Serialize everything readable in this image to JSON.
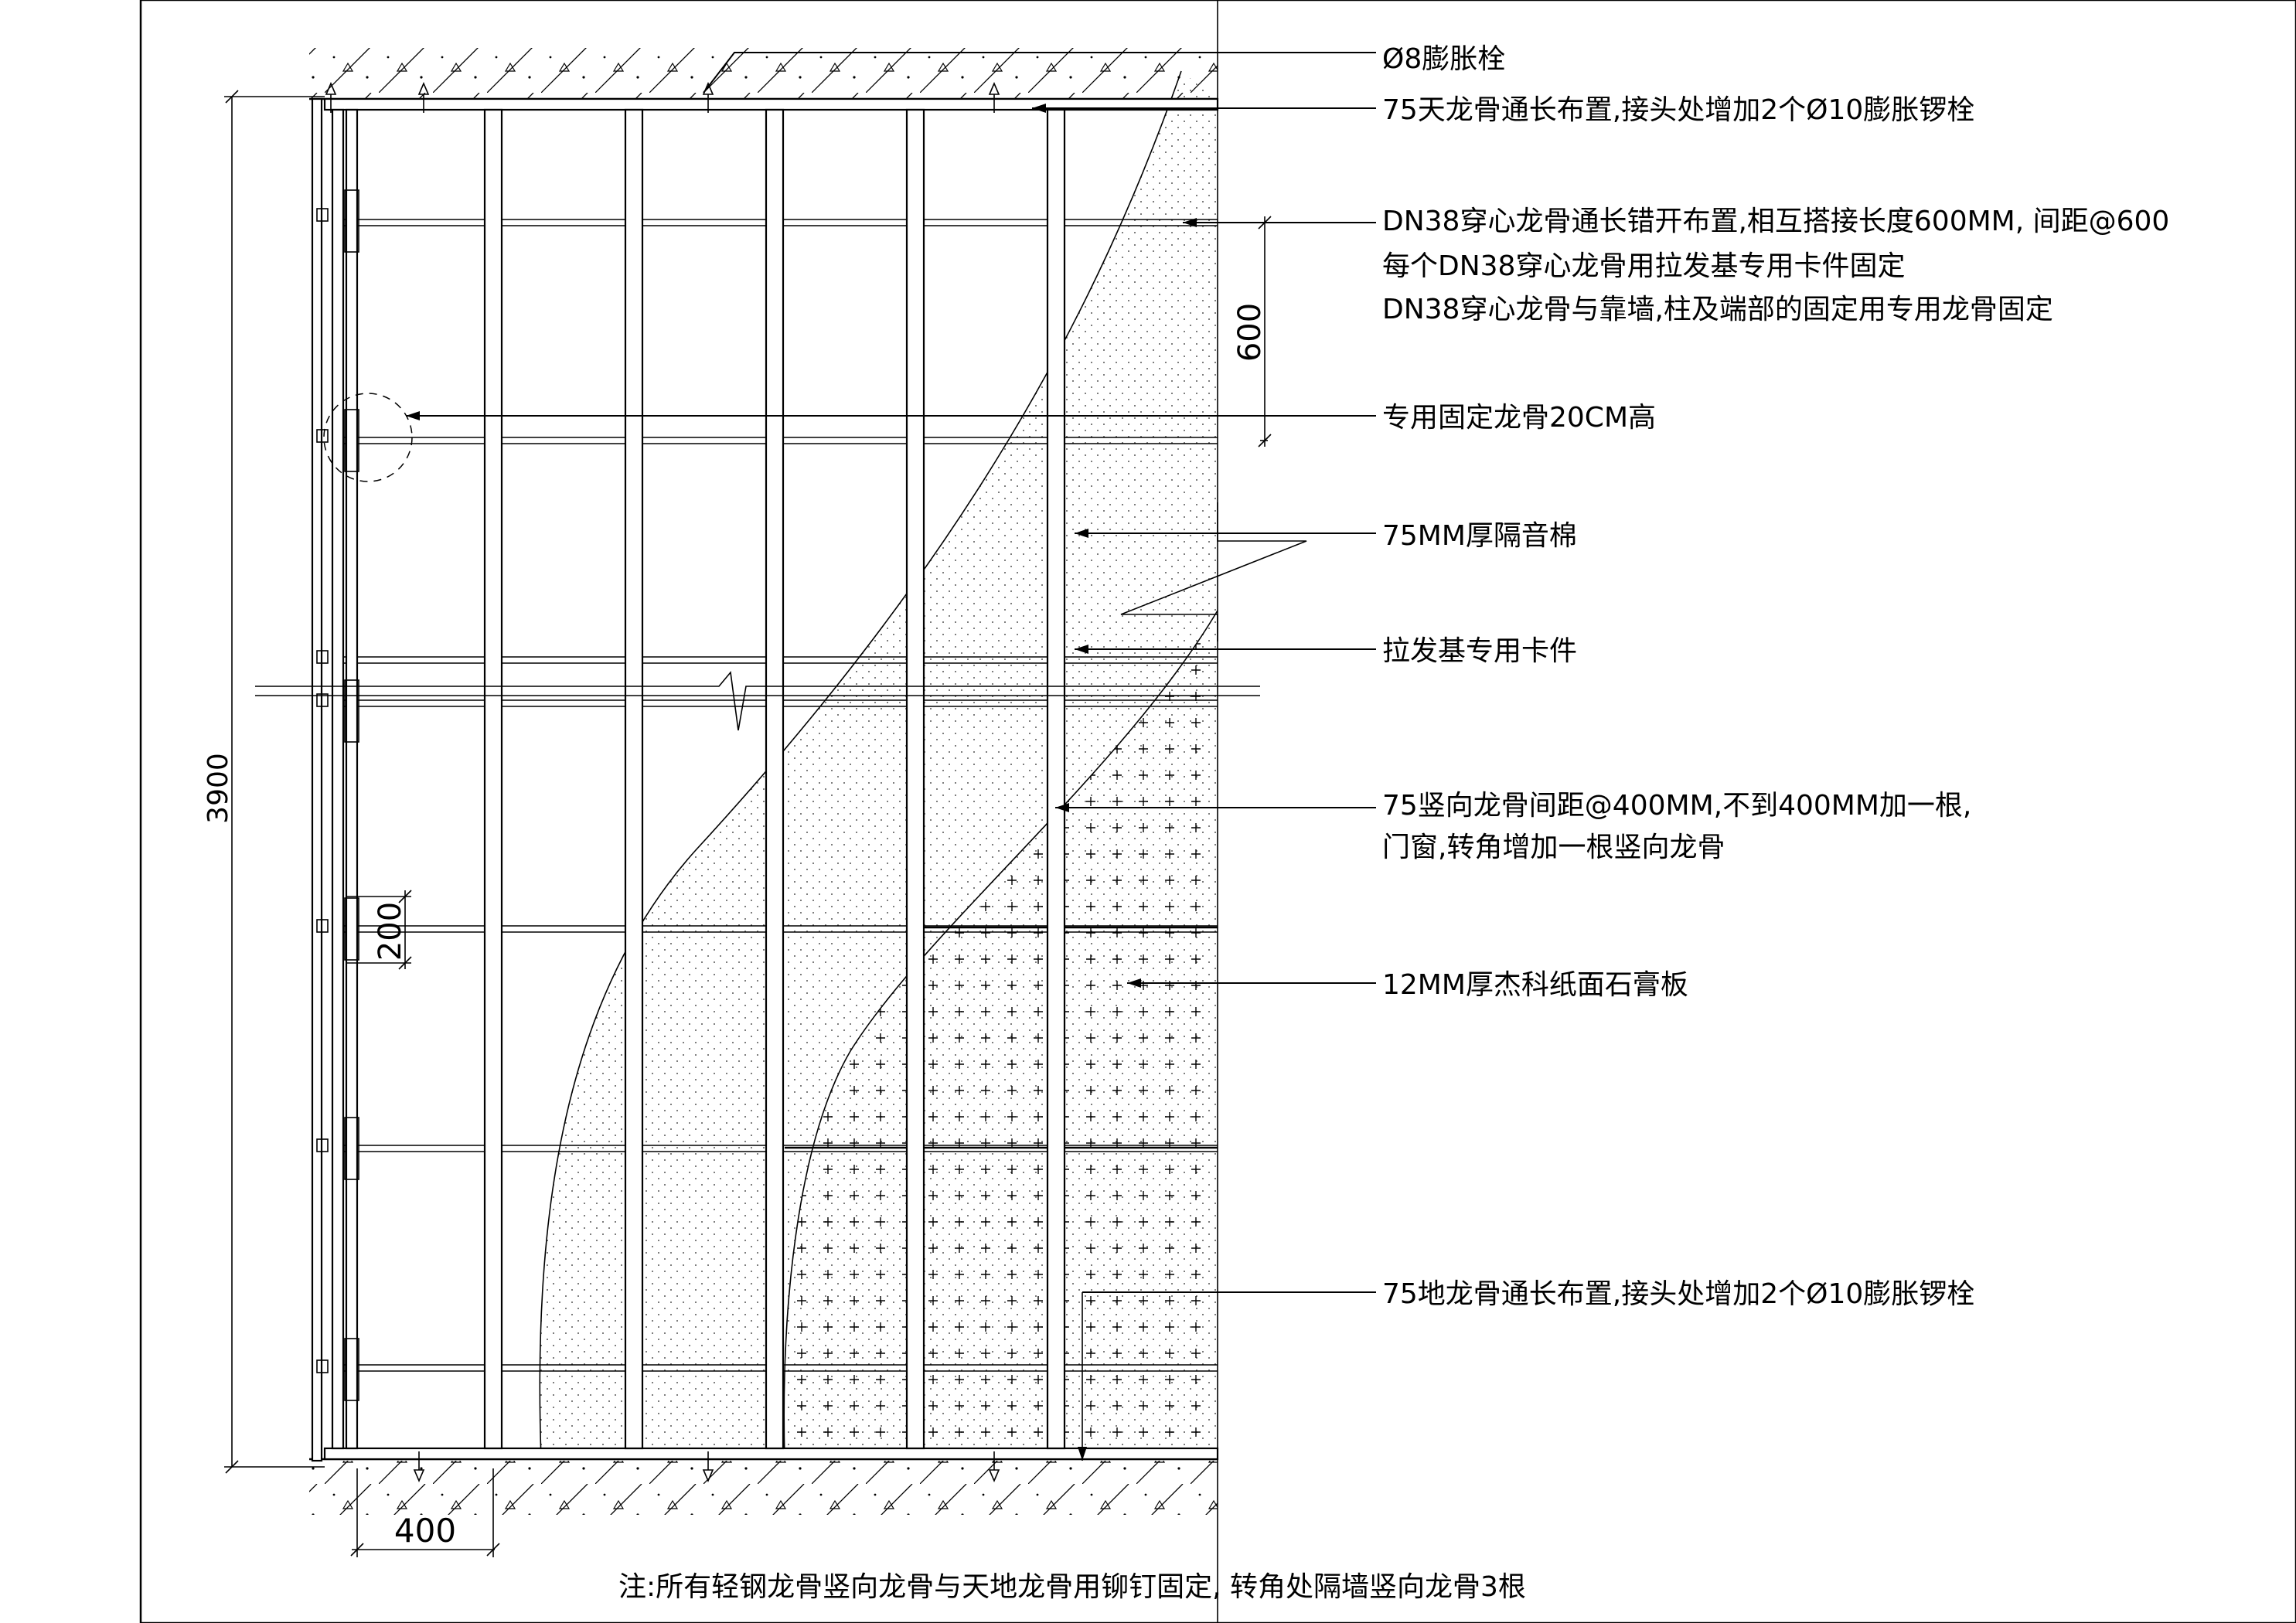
{
  "drawing": {
    "dimensions": {
      "height_total": "3900",
      "stud_spacing": "400",
      "rail_spacing": "600",
      "fixing_height": "200"
    },
    "annotations": [
      "Ø8膨胀栓",
      "75天龙骨通长布置,接头处增加2个Ø10膨胀锣栓",
      "DN38穿心龙骨通长错开布置,相互搭接长度600MM, 间距@600",
      "每个DN38穿心龙骨用拉发基专用卡件固定",
      "DN38穿心龙骨与靠墙,柱及端部的固定用专用龙骨固定",
      "专用固定龙骨20CM高",
      "75MM厚隔音棉",
      "拉发基专用卡件",
      "75竖向龙骨间距@400MM,不到400MM加一根,",
      "门窗,转角增加一根竖向龙骨",
      "12MM厚杰科纸面石膏板",
      "75地龙骨通长布置,接头处增加2个Ø10膨胀锣栓"
    ],
    "note": "注:所有轻钢龙骨竖向龙骨与天地龙骨用铆钉固定, 转角处隔墙竖向龙骨3根"
  }
}
